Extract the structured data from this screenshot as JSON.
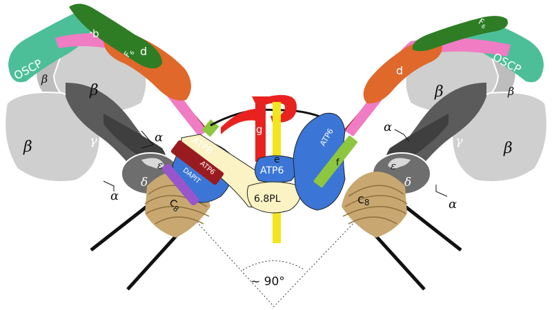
{
  "labels": {
    "oscp": "OSCP",
    "b": "b",
    "d": "d",
    "f6": "F",
    "f6_sub": "6",
    "beta": "β",
    "alpha": "α",
    "gamma": "γ",
    "delta": "δ",
    "epsilon": "ε",
    "g": "g",
    "e": "e",
    "f": "f",
    "atp8": "ATP8",
    "atp6": "ATP6",
    "dapit": "DAPIT",
    "pl68": "6.8PL",
    "c8": "c",
    "c8_sub": "8",
    "angle": "~ 90°"
  },
  "colors": {
    "oscp": "#4dbf98",
    "b": "#f07cc4",
    "d": "#e0682a",
    "f6": "#2e7d25",
    "beta": "#cfcfcf",
    "gamma": "#5b5b5b",
    "g": "#e8231f",
    "e": "#f2e51d",
    "f": "#8dc63f",
    "atp8": "#9a1b1f",
    "atp6": "#3b76d6",
    "dapit": "#9955cc",
    "pl68": "#fbf3c4",
    "c8": "#c8a870"
  }
}
